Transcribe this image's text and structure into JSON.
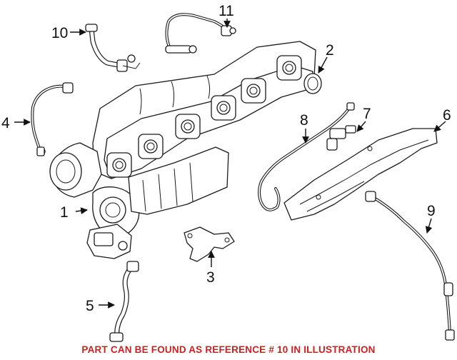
{
  "diagram": {
    "callouts": [
      {
        "id": "1",
        "label": "1"
      },
      {
        "id": "2",
        "label": "2"
      },
      {
        "id": "3",
        "label": "3"
      },
      {
        "id": "4",
        "label": "4"
      },
      {
        "id": "5",
        "label": "5"
      },
      {
        "id": "6",
        "label": "6"
      },
      {
        "id": "7",
        "label": "7"
      },
      {
        "id": "8",
        "label": "8"
      },
      {
        "id": "9",
        "label": "9"
      },
      {
        "id": "10",
        "label": "10"
      },
      {
        "id": "11",
        "label": "11"
      }
    ]
  },
  "footer": {
    "note": "PART CAN BE FOUND AS REFERENCE # 10 IN ILLUSTRATION",
    "note_color": "#cc1f1f"
  }
}
